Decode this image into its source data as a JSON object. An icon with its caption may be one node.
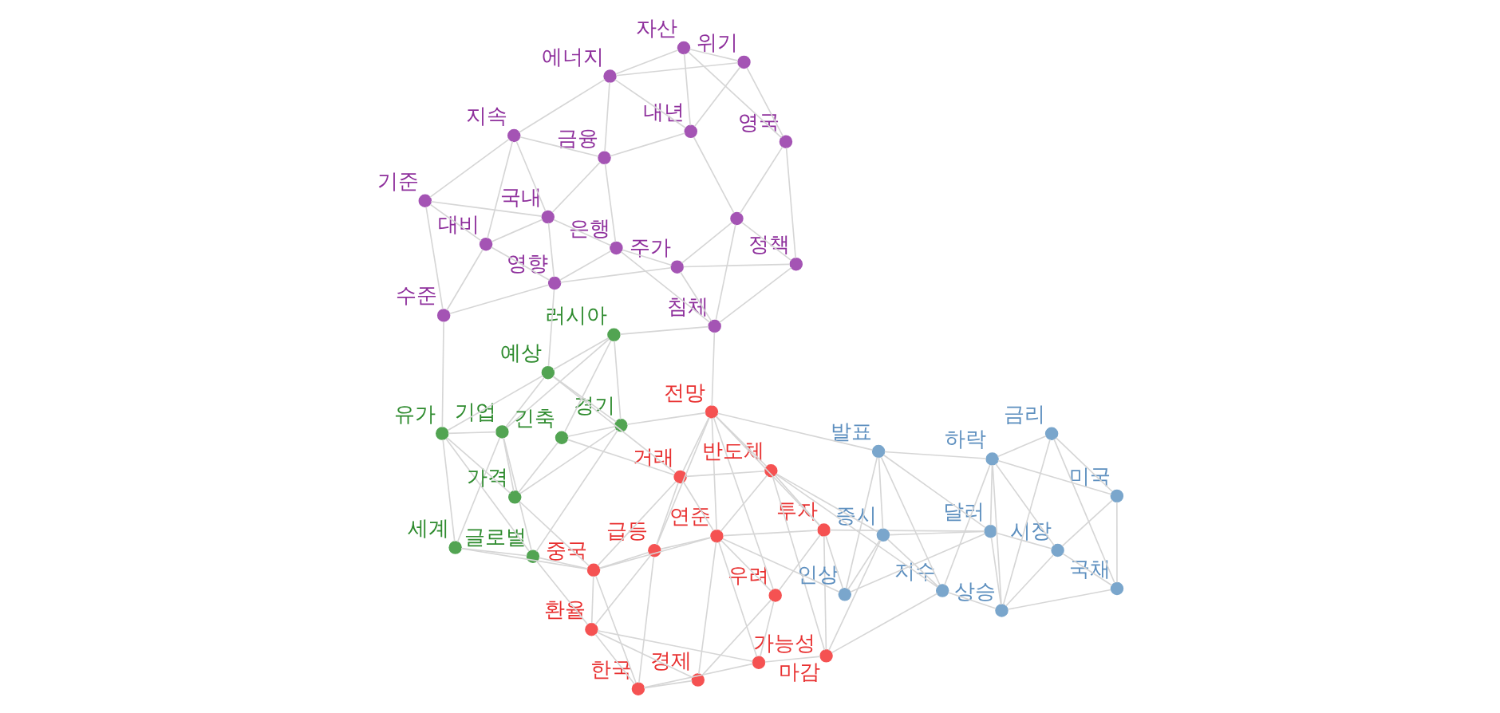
{
  "diagram": {
    "nodes": [
      {
        "text": [
          "한국"
        ]
      },
      {
        "text": [
          "경제"
        ]
      },
      {
        "text": [
          "환율"
        ]
      },
      {
        "text": [
          "중국"
        ]
      },
      {
        "text": [
          "가능성"
        ]
      },
      {
        "text": [
          "우려"
        ]
      },
      {
        "text": [
          "급등"
        ]
      },
      {
        "text": [
          "연준"
        ]
      },
      {
        "text": [
          "투자"
        ]
      },
      {
        "text": [
          "거래"
        ]
      },
      {
        "text": [
          "전망"
        ]
      },
      {
        "text": [
          "반도체"
        ]
      },
      {
        "text": [
          "마감"
        ]
      },
      {
        "text": [
          "글로벌"
        ]
      },
      {
        "text": [
          "세계"
        ]
      },
      {
        "text": [
          "유가"
        ]
      },
      {
        "text": [
          "기업"
        ]
      },
      {
        "text": [
          "가격"
        ]
      },
      {
        "text": [
          "예상"
        ]
      },
      {
        "text": [
          "경기"
        ]
      },
      {
        "text": [
          "러시아"
        ]
      },
      {
        "text": [
          "긴축"
        ]
      },
      {
        "text": [
          "수준"
        ]
      },
      {
        "text": [
          "기준"
        ]
      },
      {
        "text": [
          "대비"
        ]
      },
      {
        "text": [
          "영향"
        ]
      },
      {
        "text": [
          "국내"
        ]
      },
      {
        "text": [
          "지속"
        ]
      },
      {
        "text": [
          "은행"
        ]
      },
      {
        "text": [
          "주가"
        ]
      },
      {
        "text": [
          "금융"
        ]
      },
      {
        "text": [
          "침체"
        ]
      },
      {
        "text": [
          "내년"
        ]
      },
      {
        "text": [],
        "shape": "circle"
      },
      {
        "text": [
          "정책"
        ]
      },
      {
        "text": [
          "에너지"
        ]
      },
      {
        "text": [
          "위기"
        ]
      },
      {
        "text": [
          "영국"
        ]
      },
      {
        "text": [
          "자산"
        ]
      },
      {
        "text": [
          "인상"
        ]
      },
      {
        "text": [
          "증시"
        ]
      },
      {
        "text": [
          "달러"
        ]
      },
      {
        "text": [
          "시장"
        ]
      },
      {
        "text": [
          "발표"
        ]
      },
      {
        "text": [
          "지수"
        ]
      },
      {
        "text": [
          "하락"
        ]
      },
      {
        "text": [
          "미국"
        ]
      },
      {
        "text": [
          "상승"
        ]
      },
      {
        "text": [
          "금리"
        ]
      },
      {
        "text": [
          "국채"
        ]
      }
    ],
    "edges": [
      {
        "from": 0,
        "to": 1,
        "arrow": "none"
      },
      {
        "from": 0,
        "to": 2,
        "arrow": "none"
      },
      {
        "from": 0,
        "to": 3,
        "arrow": "none"
      },
      {
        "from": 0,
        "to": 6,
        "arrow": "none"
      },
      {
        "from": 0,
        "to": 4,
        "arrow": "none"
      },
      {
        "from": 1,
        "to": 5,
        "arrow": "none"
      },
      {
        "from": 1,
        "to": 2,
        "arrow": "none"
      },
      {
        "from": 1,
        "to": 7,
        "arrow": "none"
      },
      {
        "from": 2,
        "to": 3,
        "arrow": "none"
      },
      {
        "from": 2,
        "to": 4,
        "arrow": "none"
      },
      {
        "from": 2,
        "to": 6,
        "arrow": "none"
      },
      {
        "from": 3,
        "to": 6,
        "arrow": "none"
      },
      {
        "from": 3,
        "to": 9,
        "arrow": "none"
      },
      {
        "from": 3,
        "to": 7,
        "arrow": "none"
      },
      {
        "from": 4,
        "to": 5,
        "arrow": "none"
      },
      {
        "from": 4,
        "to": 7,
        "arrow": "none"
      },
      {
        "from": 4,
        "to": 12,
        "arrow": "none"
      },
      {
        "from": 5,
        "to": 7,
        "arrow": "none"
      },
      {
        "from": 5,
        "to": 8,
        "arrow": "none"
      },
      {
        "from": 5,
        "to": 10,
        "arrow": "none"
      },
      {
        "from": 6,
        "to": 9,
        "arrow": "none"
      },
      {
        "from": 6,
        "to": 7,
        "arrow": "none"
      },
      {
        "from": 6,
        "to": 10,
        "arrow": "none"
      },
      {
        "from": 7,
        "to": 8,
        "arrow": "none"
      },
      {
        "from": 7,
        "to": 10,
        "arrow": "none"
      },
      {
        "from": 7,
        "to": 11,
        "arrow": "none"
      },
      {
        "from": 8,
        "to": 11,
        "arrow": "none"
      },
      {
        "from": 8,
        "to": 12,
        "arrow": "none"
      },
      {
        "from": 8,
        "to": 10,
        "arrow": "none"
      },
      {
        "from": 9,
        "to": 10,
        "arrow": "none"
      },
      {
        "from": 9,
        "to": 11,
        "arrow": "none"
      },
      {
        "from": 10,
        "to": 11,
        "arrow": "none"
      },
      {
        "from": 11,
        "to": 12,
        "arrow": "none"
      },
      {
        "from": 9,
        "to": 7,
        "arrow": "none"
      },
      {
        "from": 13,
        "to": 14,
        "arrow": "none"
      },
      {
        "from": 13,
        "to": 15,
        "arrow": "none"
      },
      {
        "from": 13,
        "to": 16,
        "arrow": "none"
      },
      {
        "from": 13,
        "to": 3,
        "arrow": "none"
      },
      {
        "from": 13,
        "to": 2,
        "arrow": "none"
      },
      {
        "from": 13,
        "to": 19,
        "arrow": "none"
      },
      {
        "from": 14,
        "to": 15,
        "arrow": "none"
      },
      {
        "from": 14,
        "to": 16,
        "arrow": "none"
      },
      {
        "from": 15,
        "to": 16,
        "arrow": "none"
      },
      {
        "from": 15,
        "to": 18,
        "arrow": "none"
      },
      {
        "from": 15,
        "to": 17,
        "arrow": "none"
      },
      {
        "from": 16,
        "to": 17,
        "arrow": "none"
      },
      {
        "from": 16,
        "to": 18,
        "arrow": "none"
      },
      {
        "from": 16,
        "to": 20,
        "arrow": "none"
      },
      {
        "from": 17,
        "to": 19,
        "arrow": "none"
      },
      {
        "from": 17,
        "to": 21,
        "arrow": "none"
      },
      {
        "from": 17,
        "to": 3,
        "arrow": "none"
      },
      {
        "from": 18,
        "to": 19,
        "arrow": "none"
      },
      {
        "from": 18,
        "to": 20,
        "arrow": "none"
      },
      {
        "from": 19,
        "to": 20,
        "arrow": "none"
      },
      {
        "from": 19,
        "to": 21,
        "arrow": "none"
      },
      {
        "from": 20,
        "to": 21,
        "arrow": "none"
      },
      {
        "from": 18,
        "to": 9,
        "arrow": "none"
      },
      {
        "from": 19,
        "to": 10,
        "arrow": "none"
      },
      {
        "from": 21,
        "to": 9,
        "arrow": "none"
      },
      {
        "from": 14,
        "to": 3,
        "arrow": "none"
      },
      {
        "from": 22,
        "to": 23,
        "arrow": "none"
      },
      {
        "from": 22,
        "to": 24,
        "arrow": "none"
      },
      {
        "from": 22,
        "to": 25,
        "arrow": "none"
      },
      {
        "from": 22,
        "to": 15,
        "arrow": "none"
      },
      {
        "from": 23,
        "to": 24,
        "arrow": "none"
      },
      {
        "from": 23,
        "to": 26,
        "arrow": "none"
      },
      {
        "from": 23,
        "to": 27,
        "arrow": "none"
      },
      {
        "from": 24,
        "to": 25,
        "arrow": "none"
      },
      {
        "from": 24,
        "to": 26,
        "arrow": "none"
      },
      {
        "from": 24,
        "to": 27,
        "arrow": "none"
      },
      {
        "from": 25,
        "to": 26,
        "arrow": "none"
      },
      {
        "from": 25,
        "to": 28,
        "arrow": "none"
      },
      {
        "from": 25,
        "to": 29,
        "arrow": "none"
      },
      {
        "from": 25,
        "to": 18,
        "arrow": "none"
      },
      {
        "from": 26,
        "to": 27,
        "arrow": "none"
      },
      {
        "from": 26,
        "to": 28,
        "arrow": "none"
      },
      {
        "from": 26,
        "to": 30,
        "arrow": "none"
      },
      {
        "from": 27,
        "to": 30,
        "arrow": "none"
      },
      {
        "from": 27,
        "to": 35,
        "arrow": "none"
      },
      {
        "from": 28,
        "to": 29,
        "arrow": "none"
      },
      {
        "from": 28,
        "to": 30,
        "arrow": "none"
      },
      {
        "from": 28,
        "to": 31,
        "arrow": "none"
      },
      {
        "from": 29,
        "to": 31,
        "arrow": "none"
      },
      {
        "from": 29,
        "to": 33,
        "arrow": "none"
      },
      {
        "from": 29,
        "to": 34,
        "arrow": "none"
      },
      {
        "from": 30,
        "to": 32,
        "arrow": "none"
      },
      {
        "from": 30,
        "to": 35,
        "arrow": "none"
      },
      {
        "from": 31,
        "to": 34,
        "arrow": "none"
      },
      {
        "from": 31,
        "to": 33,
        "arrow": "none"
      },
      {
        "from": 31,
        "to": 20,
        "arrow": "none"
      },
      {
        "from": 32,
        "to": 33,
        "arrow": "none"
      },
      {
        "from": 32,
        "to": 35,
        "arrow": "none"
      },
      {
        "from": 32,
        "to": 36,
        "arrow": "none"
      },
      {
        "from": 33,
        "to": 34,
        "arrow": "none"
      },
      {
        "from": 33,
        "to": 37,
        "arrow": "none"
      },
      {
        "from": 34,
        "to": 37,
        "arrow": "none"
      },
      {
        "from": 35,
        "to": 36,
        "arrow": "none"
      },
      {
        "from": 35,
        "to": 38,
        "arrow": "none"
      },
      {
        "from": 36,
        "to": 38,
        "arrow": "none"
      },
      {
        "from": 36,
        "to": 37,
        "arrow": "none"
      },
      {
        "from": 37,
        "to": 38,
        "arrow": "none"
      },
      {
        "from": 32,
        "to": 38,
        "arrow": "none"
      },
      {
        "from": 31,
        "to": 10,
        "arrow": "none"
      },
      {
        "from": 39,
        "to": 40,
        "arrow": "none"
      },
      {
        "from": 39,
        "to": 41,
        "arrow": "none"
      },
      {
        "from": 39,
        "to": 43,
        "arrow": "none"
      },
      {
        "from": 39,
        "to": 8,
        "arrow": "none"
      },
      {
        "from": 39,
        "to": 7,
        "arrow": "none"
      },
      {
        "from": 40,
        "to": 43,
        "arrow": "none"
      },
      {
        "from": 40,
        "to": 44,
        "arrow": "none"
      },
      {
        "from": 40,
        "to": 41,
        "arrow": "none"
      },
      {
        "from": 41,
        "to": 42,
        "arrow": "none"
      },
      {
        "from": 41,
        "to": 43,
        "arrow": "none"
      },
      {
        "from": 41,
        "to": 45,
        "arrow": "none"
      },
      {
        "from": 41,
        "to": 47,
        "arrow": "none"
      },
      {
        "from": 42,
        "to": 45,
        "arrow": "none"
      },
      {
        "from": 42,
        "to": 46,
        "arrow": "none"
      },
      {
        "from": 42,
        "to": 49,
        "arrow": "none"
      },
      {
        "from": 43,
        "to": 44,
        "arrow": "none"
      },
      {
        "from": 43,
        "to": 45,
        "arrow": "none"
      },
      {
        "from": 44,
        "to": 45,
        "arrow": "none"
      },
      {
        "from": 44,
        "to": 47,
        "arrow": "none"
      },
      {
        "from": 45,
        "to": 46,
        "arrow": "none"
      },
      {
        "from": 45,
        "to": 47,
        "arrow": "none"
      },
      {
        "from": 45,
        "to": 48,
        "arrow": "none"
      },
      {
        "from": 46,
        "to": 48,
        "arrow": "none"
      },
      {
        "from": 46,
        "to": 49,
        "arrow": "none"
      },
      {
        "from": 47,
        "to": 48,
        "arrow": "none"
      },
      {
        "from": 47,
        "to": 49,
        "arrow": "none"
      },
      {
        "from": 48,
        "to": 49,
        "arrow": "none"
      },
      {
        "from": 42,
        "to": 47,
        "arrow": "none"
      },
      {
        "from": 12,
        "to": 40,
        "arrow": "none"
      },
      {
        "from": 11,
        "to": 44,
        "arrow": "none"
      },
      {
        "from": 10,
        "to": 43,
        "arrow": "none"
      },
      {
        "from": 8,
        "to": 41,
        "arrow": "none"
      },
      {
        "from": 12,
        "to": 44,
        "arrow": "none"
      },
      {
        "from": 11,
        "to": 40,
        "arrow": "none"
      }
    ]
  }
}
